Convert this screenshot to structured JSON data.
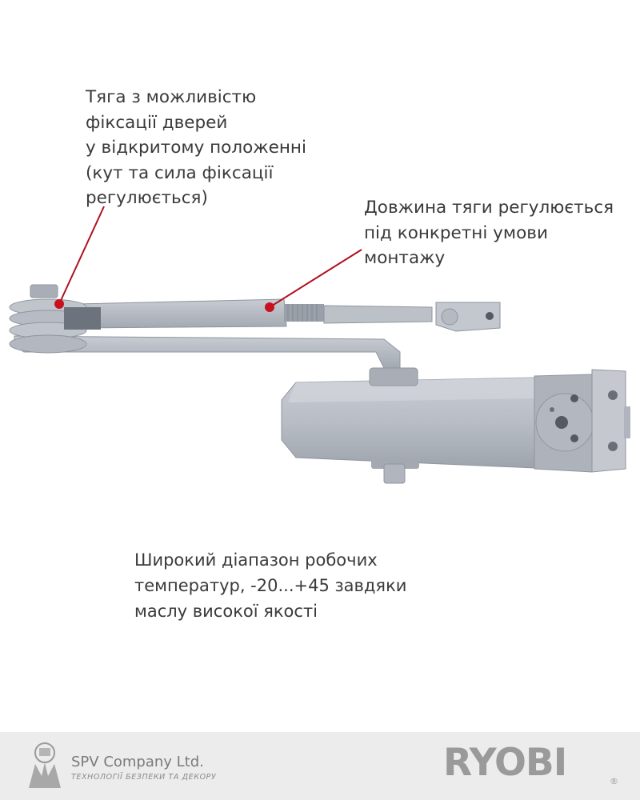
{
  "callouts": {
    "rod_fixation": "Тяга з можливістю\nфіксації дверей\nу відкритому положенні\n(кут та сила фіксації\nрегулюється)",
    "rod_length": "Довжина тяги регулюється\nпід конкретні умови\nмонтажу",
    "temperature": "Широкий діапазон робочих\nтемператур, -20...+45 завдяки\nмаслу високої якості"
  },
  "footer": {
    "company_name": "SPV Company Ltd.",
    "company_tagline": "ТЕХНОЛОГІЇ БЕЗПЕКИ ТА ДЕКОРУ",
    "brand": "RYOBI",
    "brand_mark": "®"
  },
  "colors": {
    "callout_line": "#b0101e",
    "callout_dot": "#c8101e",
    "product_silver": "#b9bec6",
    "footer_bg": "#ececec"
  }
}
